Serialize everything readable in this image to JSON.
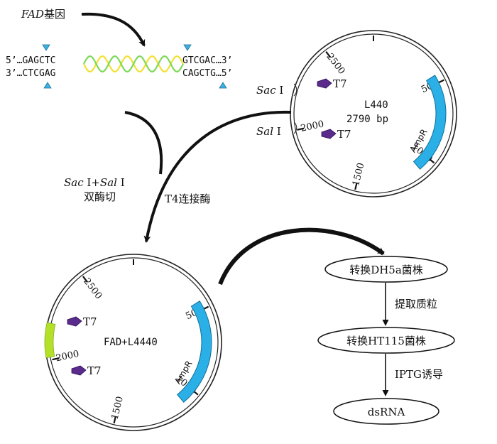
{
  "gene": {
    "name": "FAD",
    "suffix": "基因"
  },
  "sequence": {
    "top_left": "5’…GAGCTC",
    "bottom_left": "3’…CTCGAG",
    "top_right": "GTCGAC…3’",
    "bottom_right": "CAGCTG…5’"
  },
  "plasmid1": {
    "name": "L440",
    "size": "2790 bp",
    "ticks": [
      "2500",
      "500",
      "1000",
      "1500",
      "2000"
    ],
    "promoter": "T7",
    "marker": "AmpR",
    "site_sac": "Sac",
    "site_sal": "Sal",
    "roman": "I"
  },
  "digest": {
    "enzyme_a": "Sac",
    "plus": "+",
    "enzyme_b": "Sal",
    "roman": "I",
    "label": "双酶切"
  },
  "ligase": "T4连接酶",
  "plasmid2": {
    "name": "FAD+L4440",
    "ticks": [
      "2500",
      "500",
      "1000",
      "1500",
      "2000"
    ],
    "promoter": "T7",
    "marker": "AmpR"
  },
  "flow": {
    "step1": "转换DH5a菌株",
    "arrow1": "提取质粒",
    "step2": "转换HT115菌株",
    "arrow2": "IPTG诱导",
    "step3": "dsRNA"
  },
  "colors": {
    "ampr": "#2ab0e6",
    "promoter": "#5a2a8c",
    "helix_a": "#f2e033",
    "helix_b": "#7ed957",
    "insert": "#b4e02a",
    "site_marker": "#3fb1e0"
  }
}
